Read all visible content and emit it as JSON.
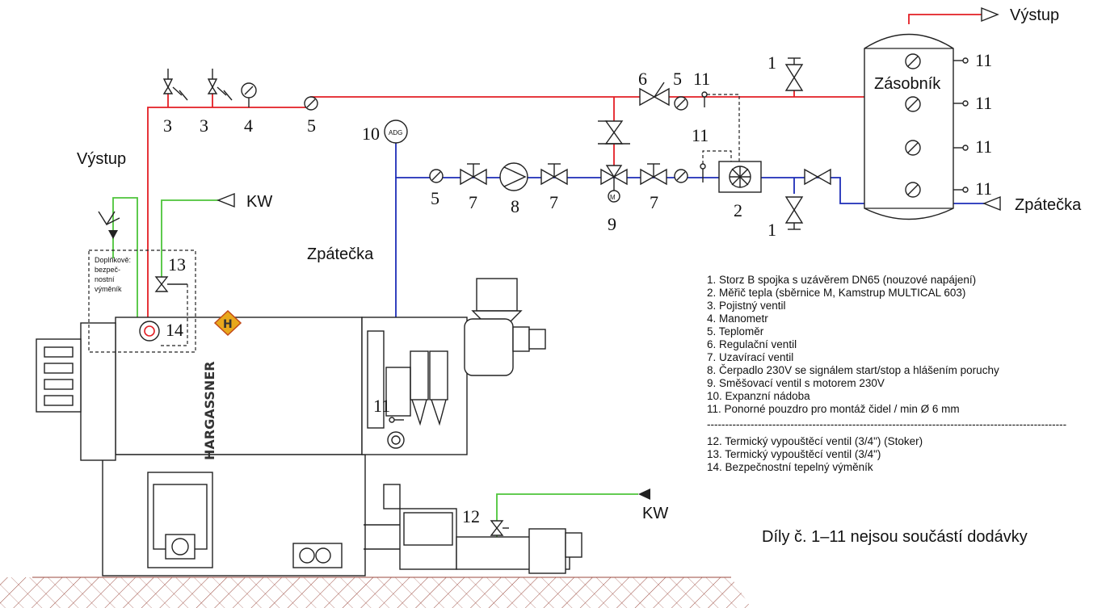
{
  "labels": {
    "vystup_top": "Výstup",
    "zasobnik": "Zásobník",
    "zpatecka_right": "Zpátečka",
    "vystup_left": "Výstup",
    "kw_top": "KW",
    "zpatecka_mid": "Zpátečka",
    "kw_bottom": "KW",
    "optional_box": [
      "Doplňkově:",
      "bezpeč-",
      "nostní",
      "výměník"
    ],
    "adg": "ADG",
    "brand": "HARGASSNER",
    "brand_logo": "H"
  },
  "numbers": {
    "n1_top": "1",
    "n1_bottom": "1",
    "n2": "2",
    "n3_a": "3",
    "n3_b": "3",
    "n4": "4",
    "n5_top": "5",
    "n5_valve": "5",
    "n5_left": "5",
    "n6": "6",
    "n7_a": "7",
    "n7_b": "7",
    "n7_c": "7",
    "n8": "8",
    "n9": "9",
    "n10": "10",
    "n11_valve": "11",
    "n11_meter": "11",
    "n11_tank1": "11",
    "n11_tank2": "11",
    "n11_tank3": "11",
    "n11_tank4": "11",
    "n11_boiler": "11",
    "n12": "12",
    "n13": "13",
    "n14": "14"
  },
  "legend": {
    "items": [
      "1.   Storz B spojka s uzávěrem DN65 (nouzové napájení)",
      "2.   Měřič tepla (sběrnice M, Kamstrup MULTICAL 603)",
      "3.   Pojistný ventil",
      "4.   Manometr",
      "5.   Teploměr",
      "6.   Regulační ventil",
      "7.   Uzavírací ventil",
      "8.   Čerpadlo 230V se signálem start/stop a hlášením poruchy",
      "9.   Směšovací ventil s motorem 230V",
      "10. Expanzní nádoba",
      "11. Ponorné pouzdro pro montáž čidel / min Ø 6 mm"
    ],
    "separator": "---------------------------------------------------------------------------------------------------",
    "extra_items": [
      "12. Termický vypouštěcí ventil (3/4\") (Stoker)",
      "13. Termický vypouštěcí ventil (3/4\")",
      "14. Bezpečnostní tepelný výměník"
    ]
  },
  "note": "Díly č. 1–11 nejsou součástí dodávky",
  "colors": {
    "supply": "#e31e24",
    "return": "#1d2db8",
    "cold_water": "#4dc43a",
    "logo": "#e8a81c"
  }
}
